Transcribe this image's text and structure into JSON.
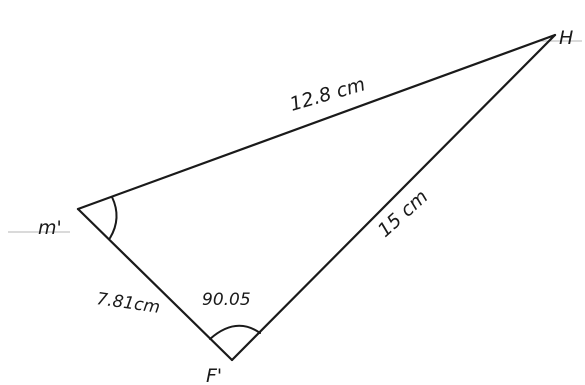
{
  "diagram": {
    "vertices": {
      "m": "m'",
      "h": "H",
      "f": "F'"
    },
    "sides": {
      "mh": "12.8 cm",
      "hf": "15 cm",
      "mf": "7.81cm"
    },
    "angles": {
      "f": "90.05"
    }
  }
}
